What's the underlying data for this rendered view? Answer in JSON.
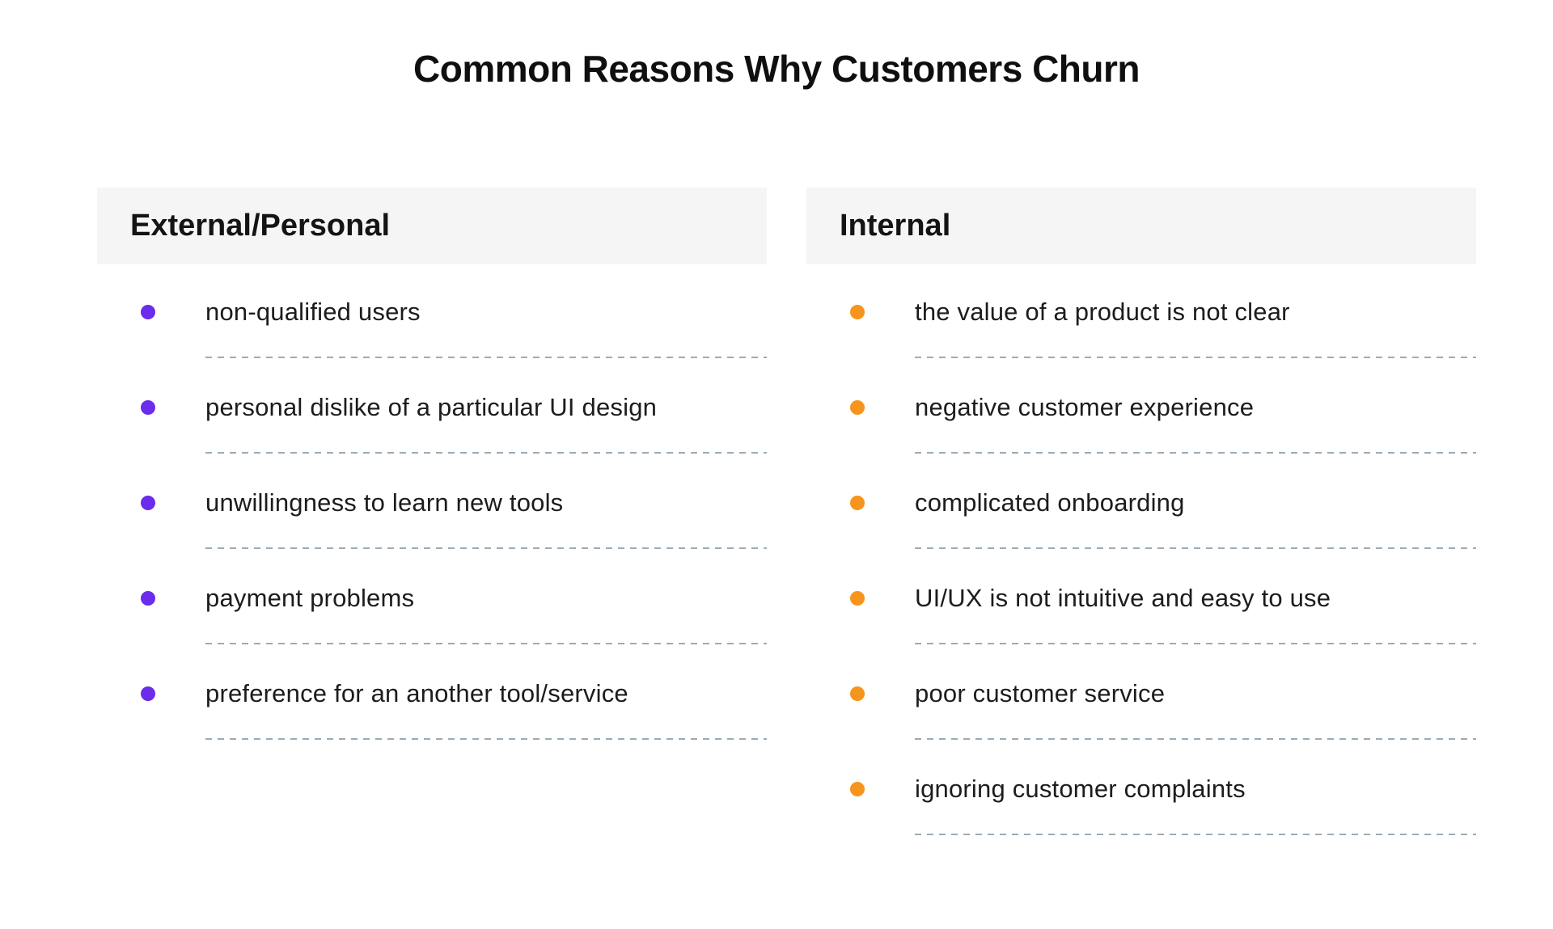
{
  "title": "Common Reasons Why Customers Churn",
  "colors": {
    "purple_bullet": "#6B2CEB",
    "orange_bullet": "#F7941E",
    "divider": "#9AACB8",
    "header_bg": "#F5F5F5",
    "text": "#1C1C1C"
  },
  "columns": [
    {
      "id": "external-personal",
      "header": "External/Personal",
      "bullet_icon": "dot-icon",
      "bullet_color": "#6B2CEB",
      "items": [
        "non-qualified users",
        "personal dislike of a particular UI design",
        "unwillingness to learn new tools",
        "payment problems",
        "preference for an another tool/service"
      ]
    },
    {
      "id": "internal",
      "header": "Internal",
      "bullet_icon": "dot-icon",
      "bullet_color": "#F7941E",
      "items": [
        "the value of a product is not clear",
        "negative customer experience",
        "complicated onboarding",
        "UI/UX is not intuitive and easy to use",
        "poor customer service",
        "ignoring customer complaints"
      ]
    }
  ]
}
